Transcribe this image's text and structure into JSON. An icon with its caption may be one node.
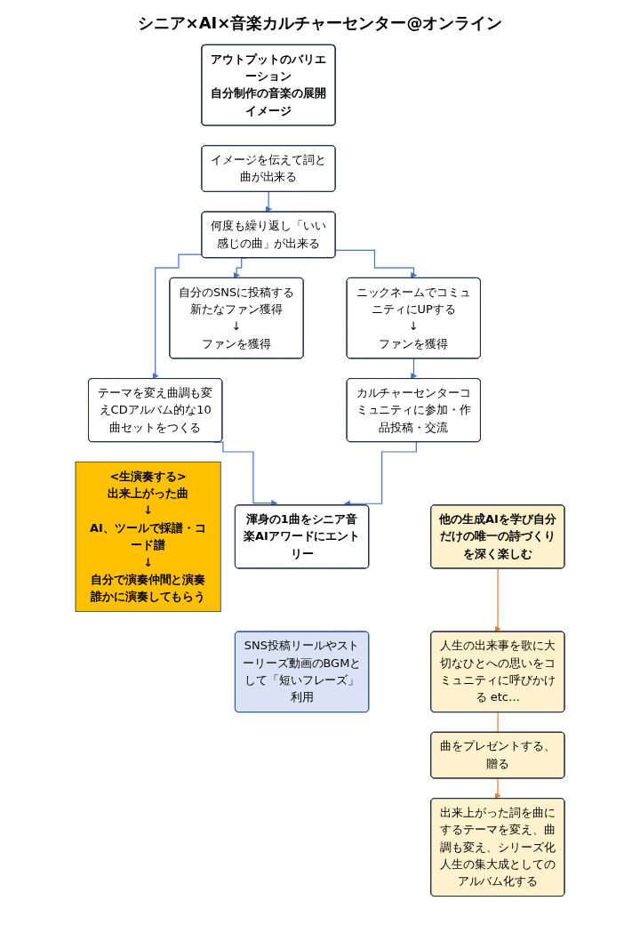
{
  "diagram": {
    "title": "シニア×AI×音楽カルチャーセンター@オンライン",
    "nodes": [
      {
        "text": [
          "アウトプットのバリエーション",
          "自分制作の音楽の展開イメージ"
        ]
      },
      {
        "text": [
          "イメージを伝えて詞と曲が出来る"
        ]
      },
      {
        "text": [
          "何度も繰り返し「いい感じの曲」が出来る"
        ]
      },
      {
        "text": [
          "ニックネームでコミュニティにUPする",
          "↓",
          "ファンを獲得"
        ]
      },
      {
        "text": [
          "自分のSNSに投稿する新たなファン獲得",
          "↓",
          "ファンを獲得"
        ]
      },
      {
        "text": [
          "テーマを変え曲調も変えCDアルバム的な10曲セットをつくる"
        ]
      },
      {
        "text": [
          "<生演奏する>",
          "出来上がった曲",
          "↓",
          "AI、ツールで採譜・コード譜",
          "↓",
          "自分で演奏仲間と演奏誰かに演奏してもらう"
        ]
      },
      {
        "text": [
          "カルチャーセンターコミュニティに参加・作品投稿・交流"
        ]
      },
      {
        "text": [
          "渾身の1曲をシニア音楽AIアワードにエントリー"
        ]
      },
      {
        "text": [
          "SNS投稿リールやストーリーズ動画のBGMとして「短いフレーズ」利用"
        ]
      },
      {
        "text": [
          "出来上がった詞を曲にするテーマを変え、曲調も変え、シリーズ化人生の集大成としてのアルバム化する"
        ]
      },
      {
        "text": [
          "他の生成AIを学び自分だけの唯一の詩づくりを深く楽しむ"
        ]
      },
      {
        "text": [
          "曲をプレゼントする、贈る"
        ]
      },
      {
        "text": [
          "人生の出来事を歌に大切なひとへの思いをコミュニティに呼びかける etc…"
        ]
      }
    ],
    "edges": [
      {
        "from": 1,
        "to": 2,
        "arrow": "to"
      },
      {
        "from": 2,
        "to": 3,
        "arrow": "to"
      },
      {
        "from": 2,
        "to": 4,
        "arrow": "to"
      },
      {
        "from": 2,
        "to": 5,
        "arrow": "to"
      },
      {
        "from": 3,
        "to": 7,
        "arrow": "to"
      },
      {
        "from": 5,
        "to": 8,
        "arrow": "to"
      },
      {
        "from": 7,
        "to": 8,
        "arrow": "to"
      },
      {
        "from": 11,
        "to": 13,
        "arrow": "to",
        "color": "#ed7d31"
      },
      {
        "from": 13,
        "to": 12,
        "arrow": "none",
        "color": "#ed7d31"
      },
      {
        "from": 12,
        "to": 10,
        "arrow": "to",
        "color": "#ed7d31"
      }
    ]
  }
}
